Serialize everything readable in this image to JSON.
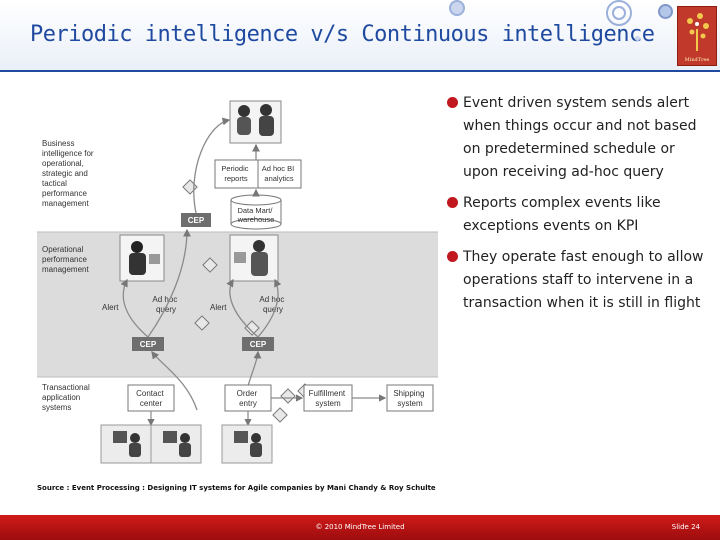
{
  "slide": {
    "title": "Periodic intelligence v/s Continuous intelligence",
    "logo_text": "MindTree",
    "colors": {
      "title": "#1f4aa0",
      "accent_red": "#c0181e",
      "band_gray": "#dcdcdc",
      "cep_box": "#6e6e6e"
    }
  },
  "diagram": {
    "layers": {
      "business": "Business intelligence for operational, strategic and tactical performance management",
      "operational": "Operational performance management",
      "transactional": "Transactional application systems"
    },
    "nodes": {
      "periodic_reports": "Periodic reports",
      "adhoc_bi": "Ad hoc BI analytics",
      "data_mart": "Data Mart/ warehouse",
      "cep_top": "CEP",
      "cep_left": "CEP",
      "cep_right": "CEP",
      "adhoc_query_left": "Ad hoc query",
      "adhoc_query_right": "Ad hoc query",
      "alert_left": "Alert",
      "alert_right": "Alert",
      "contact_center": "Contact center",
      "order_entry": "Order entry",
      "fulfillment": "Fulfillment system",
      "shipping": "Shipping system"
    }
  },
  "bullets": [
    "Event driven system sends alert when things occur and not based on predetermined schedule or upon receiving ad-hoc query",
    "Reports complex events like exceptions events on KPI",
    "They operate fast enough to allow operations staff to intervene in a transaction when it is still in flight"
  ],
  "source": "Source : Event Processing : Designing IT systems for Agile companies by Mani Chandy & Roy Schulte",
  "footer": {
    "copyright": "© 2010 MindTree Limited",
    "slide_number": "Slide 24"
  }
}
